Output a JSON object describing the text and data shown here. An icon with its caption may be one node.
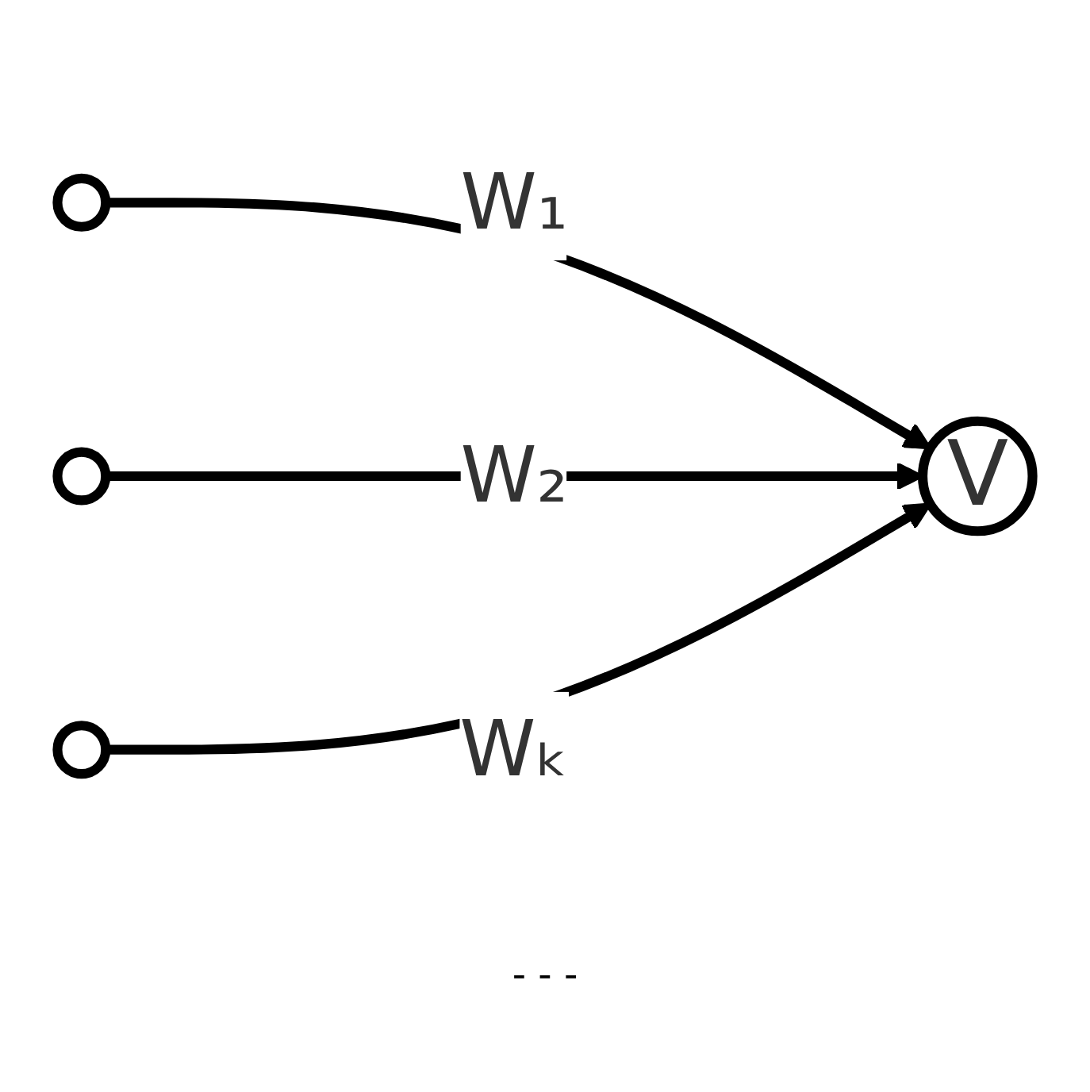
{
  "diagram": {
    "nodes": [
      {
        "text": [],
        "shape": "circle"
      },
      {
        "text": [],
        "shape": "circle"
      },
      {
        "text": [],
        "shape": "circle"
      },
      {
        "text": [
          "V"
        ]
      }
    ],
    "edges": [
      {
        "from": 0,
        "to": 3,
        "arrow": "to",
        "label": "W₁"
      },
      {
        "from": 1,
        "to": 3,
        "arrow": "to",
        "label": "W₂"
      },
      {
        "from": 2,
        "to": 3,
        "arrow": "to",
        "label": "Wₖ"
      }
    ],
    "labels": [
      "- - -"
    ]
  }
}
